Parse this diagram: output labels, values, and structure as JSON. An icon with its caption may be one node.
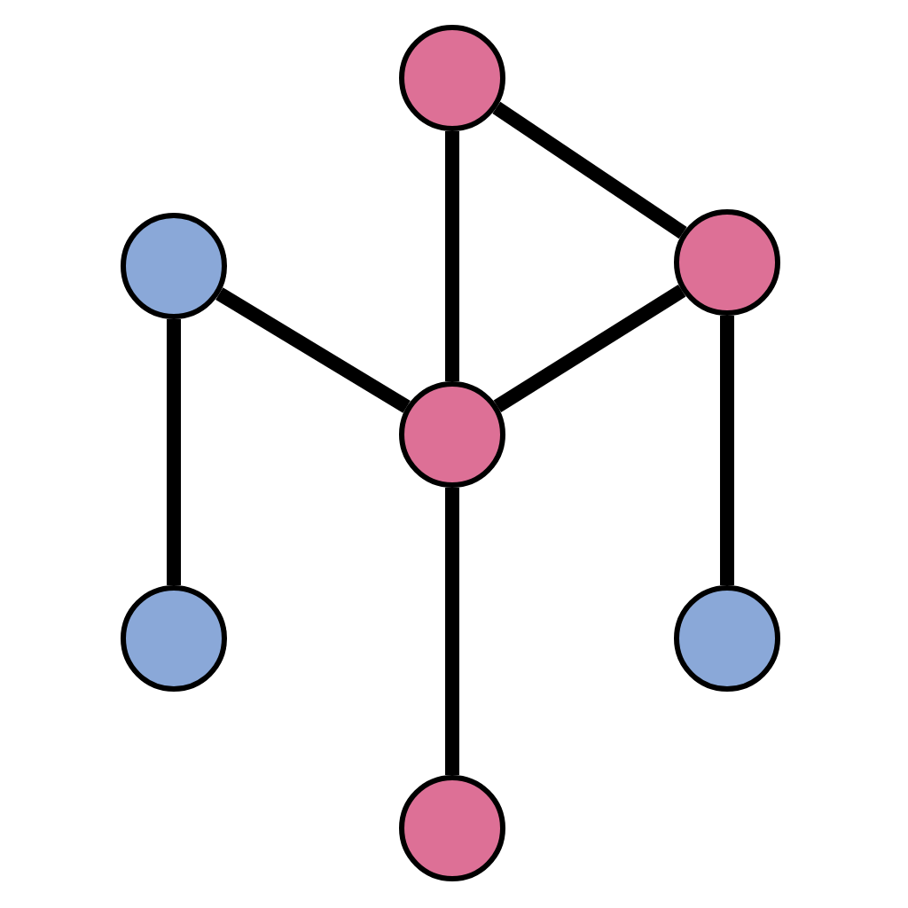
{
  "diagram": {
    "nodes": [
      {
        "text": [],
        "shape": "circle"
      },
      {
        "text": [],
        "shape": "circle"
      },
      {
        "text": [],
        "shape": "circle"
      },
      {
        "text": [],
        "shape": "circle"
      },
      {
        "text": [],
        "shape": "circle"
      },
      {
        "text": [],
        "shape": "circle"
      },
      {
        "text": [],
        "shape": "circle"
      }
    ],
    "edges": [
      {
        "from": 0,
        "to": 3,
        "arrow": "none"
      },
      {
        "from": 0,
        "to": 2,
        "arrow": "none"
      },
      {
        "from": 1,
        "to": 3,
        "arrow": "none"
      },
      {
        "from": 2,
        "to": 3,
        "arrow": "none"
      },
      {
        "from": 1,
        "to": 4,
        "arrow": "none"
      },
      {
        "from": 2,
        "to": 5,
        "arrow": "none"
      },
      {
        "from": 3,
        "to": 6,
        "arrow": "none"
      }
    ]
  }
}
